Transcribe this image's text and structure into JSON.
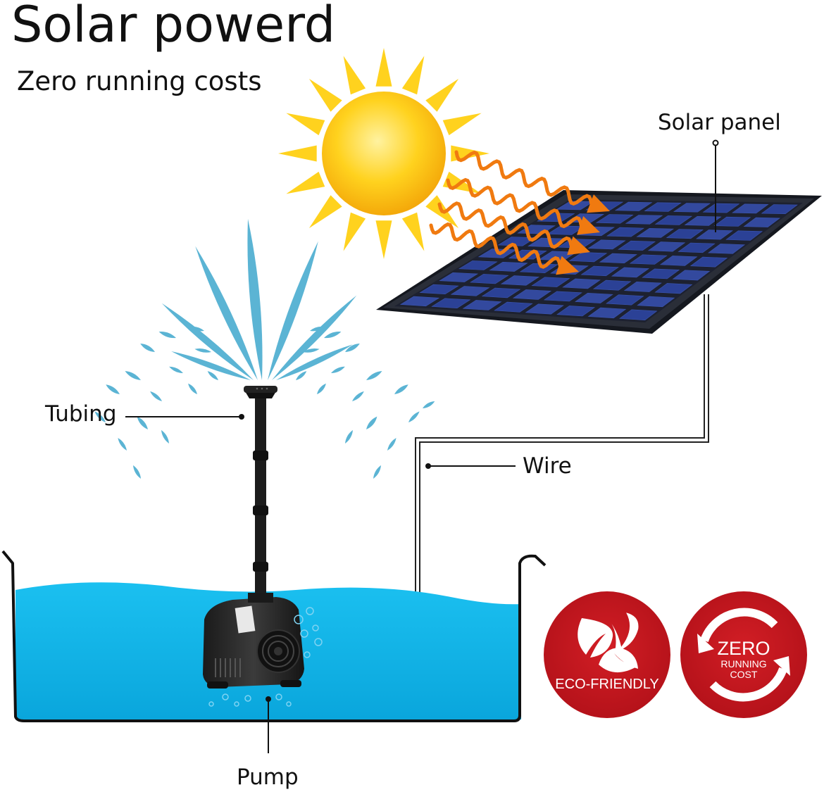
{
  "header": {
    "title": "Solar powerd",
    "subtitle": "Zero running costs"
  },
  "labels": {
    "solar_panel": "Solar panel",
    "tubing": "Tubing",
    "wire": "Wire",
    "pump": "Pump"
  },
  "badges": {
    "eco": "ECO-FRIENDLY",
    "zero_line1": "ZERO",
    "zero_line2": "RUNNING",
    "zero_line3": "COST"
  },
  "colors": {
    "water": "#0fb4e8",
    "sun": "#ffd21e",
    "badge_red": "#c8161d",
    "panel": "#1f2330",
    "cell": "#2a3f8c",
    "ray": "#f07a10",
    "splash": "#5bb4d4"
  },
  "icons": [
    "sun-icon",
    "solar-panel-icon",
    "fountain-spray-icon",
    "pump-icon",
    "leaf-recycle-icon",
    "refresh-arrows-icon"
  ]
}
